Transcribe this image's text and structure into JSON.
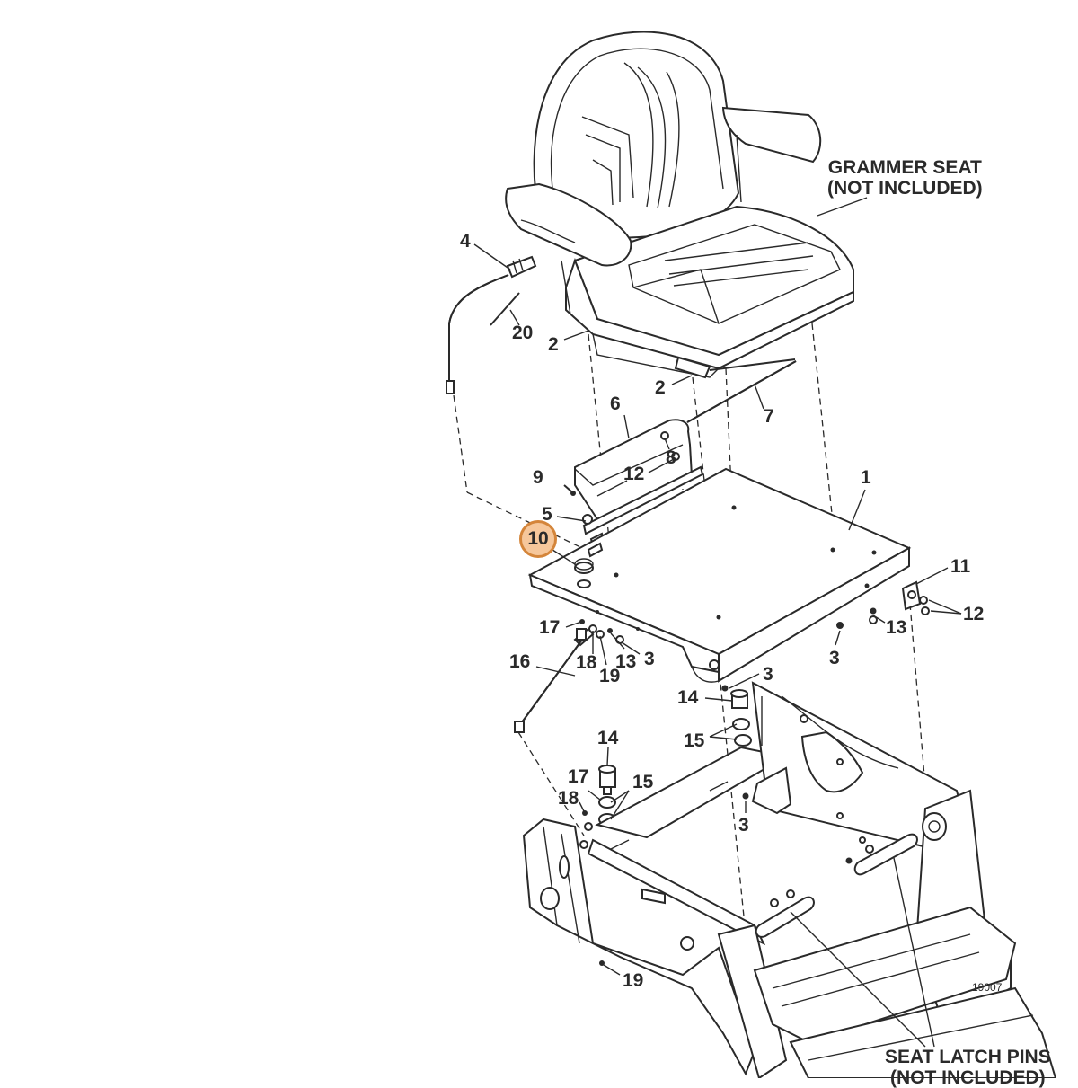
{
  "captions": {
    "seat": [
      "GRAMMER SEAT",
      "(NOT INCLUDED)"
    ],
    "pins": [
      "SEAT LATCH PINS",
      "(NOT INCLUDED)"
    ]
  },
  "drawing_id": "19007",
  "highlighted_callout": "10",
  "callouts": {
    "c1": "1",
    "c2a": "2",
    "c2b": "2",
    "c3a": "3",
    "c3b": "3",
    "c3c": "3",
    "c3d": "3",
    "c4": "4",
    "c5": "5",
    "c6": "6",
    "c7": "7",
    "c8": "8",
    "c9": "9",
    "c11": "11",
    "c12a": "12",
    "c12b": "12",
    "c13a": "13",
    "c13b": "13",
    "c14a": "14",
    "c14b": "14",
    "c15a": "15",
    "c15b": "15",
    "c16": "16",
    "c17a": "17",
    "c17b": "17",
    "c18a": "18",
    "c18b": "18",
    "c19a": "19",
    "c19b": "19",
    "c20": "20"
  },
  "colors": {
    "line": "#2a2a2a",
    "highlight_fill": "#f6c79b",
    "highlight_ring": "#d4853a"
  }
}
